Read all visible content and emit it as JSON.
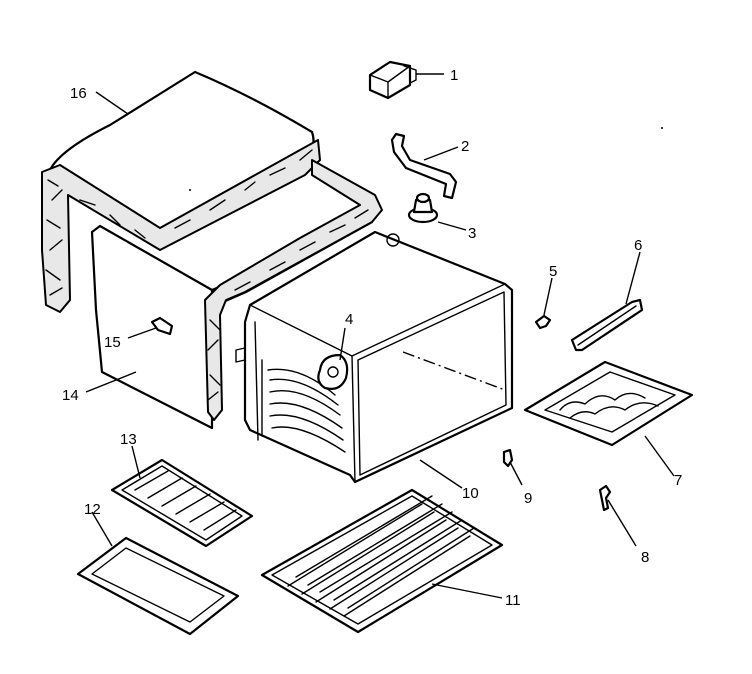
{
  "callouts": [
    {
      "id": "1",
      "label": "1"
    },
    {
      "id": "2",
      "label": "2"
    },
    {
      "id": "3",
      "label": "3"
    },
    {
      "id": "4",
      "label": "4"
    },
    {
      "id": "5",
      "label": "5"
    },
    {
      "id": "6",
      "label": "6"
    },
    {
      "id": "7",
      "label": "7"
    },
    {
      "id": "8",
      "label": "8"
    },
    {
      "id": "9",
      "label": "9"
    },
    {
      "id": "10",
      "label": "10"
    },
    {
      "id": "11",
      "label": "11"
    },
    {
      "id": "12",
      "label": "12"
    },
    {
      "id": "13",
      "label": "13"
    },
    {
      "id": "14",
      "label": "14"
    },
    {
      "id": "15",
      "label": "15"
    },
    {
      "id": "16",
      "label": "16"
    }
  ],
  "colors": {
    "line": "#000000",
    "background": "#ffffff",
    "insulation": "#e8e8e8"
  }
}
